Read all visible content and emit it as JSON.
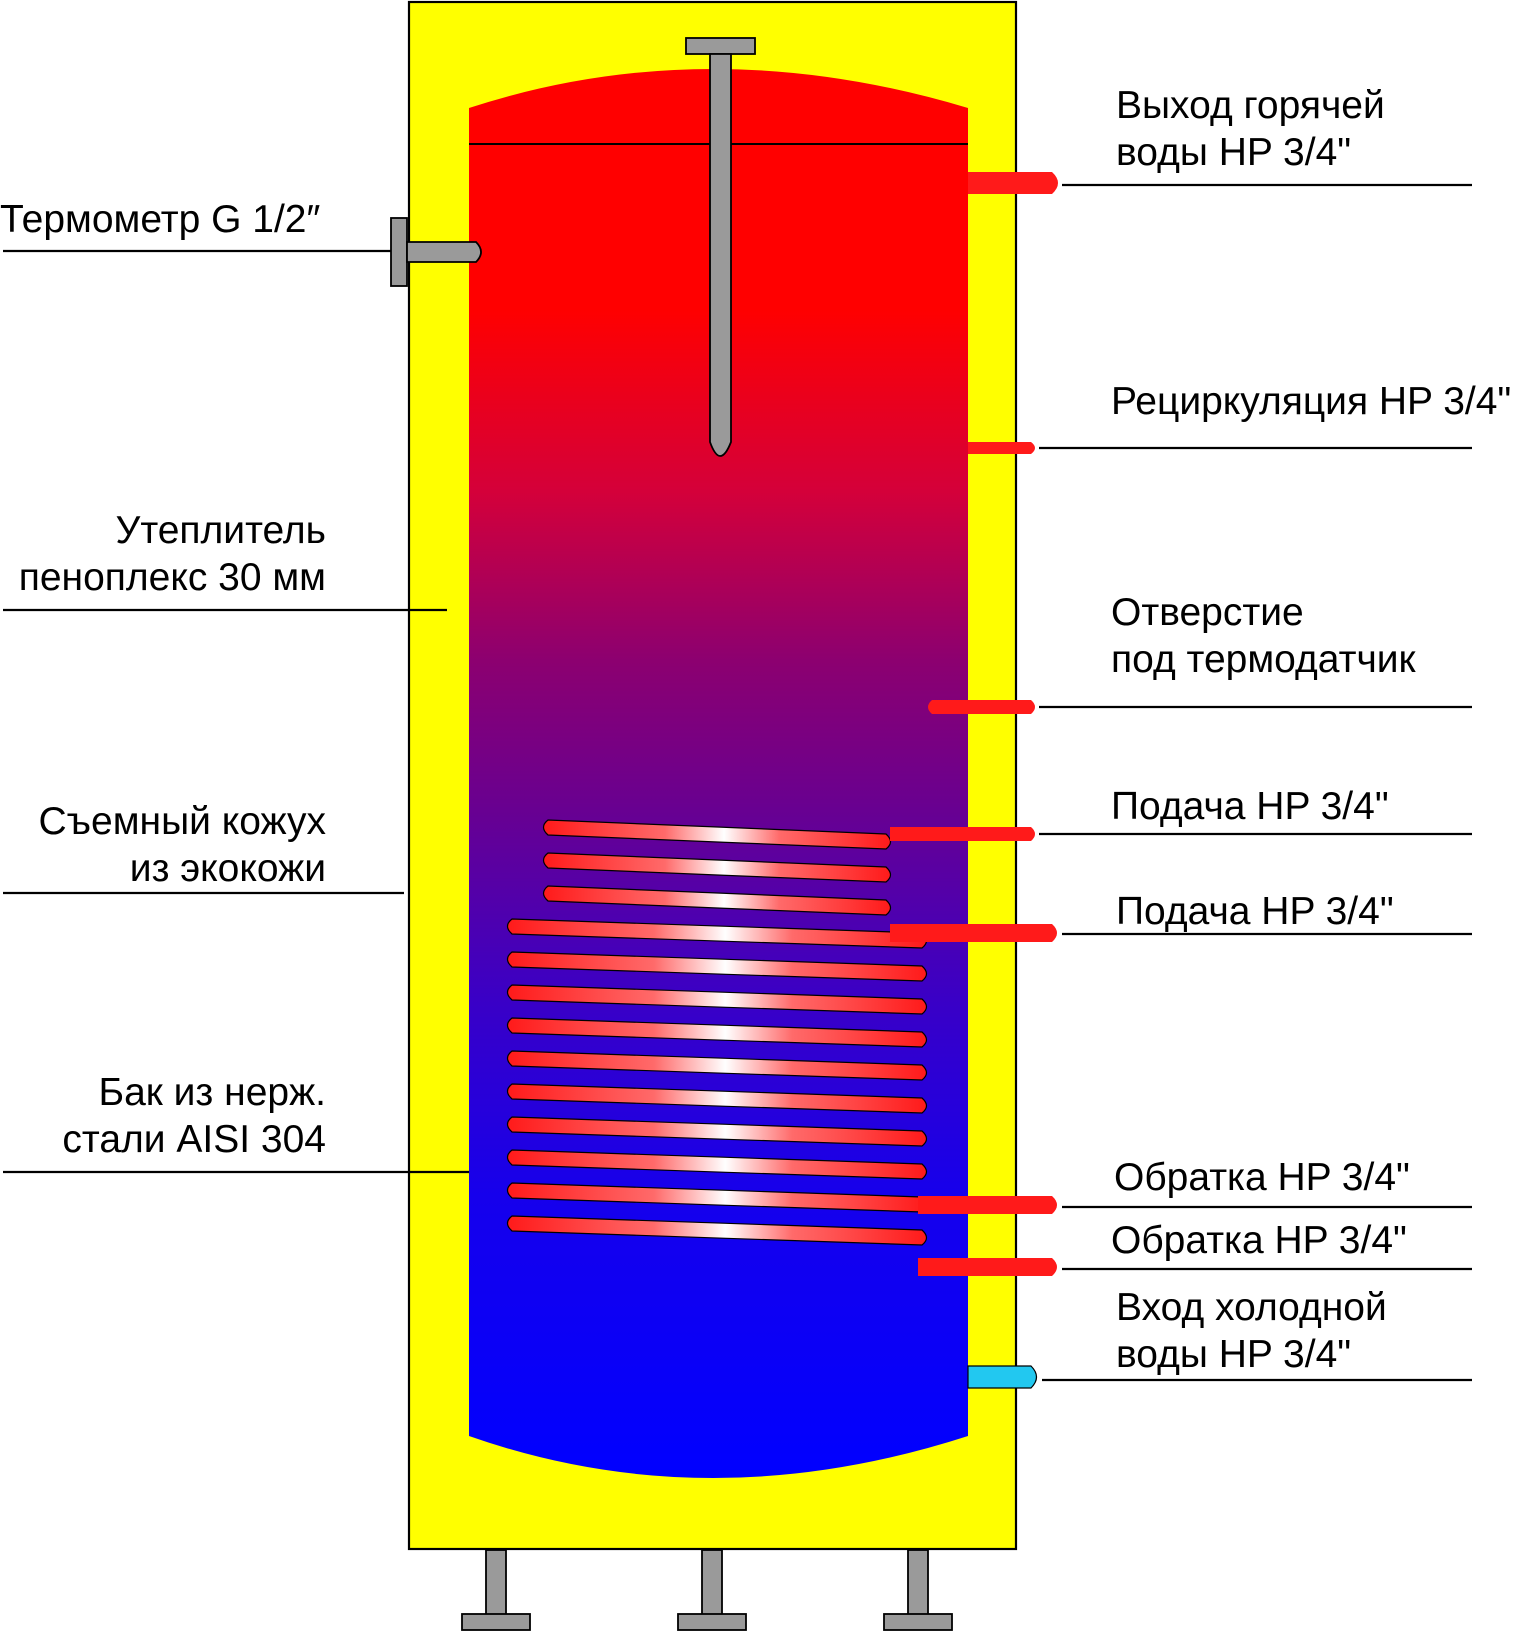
{
  "colors": {
    "insulation": "#ffff00",
    "hot": "#ff0000",
    "mid": "#7a007f",
    "cold": "#0000ff",
    "coil": "#ff2020",
    "pipe": "#ff1a1a",
    "cold_pipe": "#22c8f0",
    "fitting": "#9a9a9a"
  },
  "labels": {
    "left": {
      "thermometer": "Термометр G 1/2″",
      "insulation_1": "Утеплитель",
      "insulation_2": "пеноплекс 30 мм",
      "casing_1": "Съемный кожух",
      "casing_2": "из экокожи",
      "tank_1": "Бак из нерж.",
      "tank_2": "стали AISI 304"
    },
    "right": {
      "hot_out_1": "Выход горячей",
      "hot_out_2": "воды HP 3/4\"",
      "recirc": "Рециркуляция HP 3/4\"",
      "sensor_1": "Отверстие",
      "sensor_2": "под термодатчик",
      "supply_1": "Подача HP 3/4\"",
      "supply_2": "Подача HP 3/4\"",
      "return_1": "Обратка HP 3/4\"",
      "return_2": "Обратка HP 3/4\"",
      "cold_in_1": "Вход холодной",
      "cold_in_2": "воды HP 3/4\""
    }
  }
}
